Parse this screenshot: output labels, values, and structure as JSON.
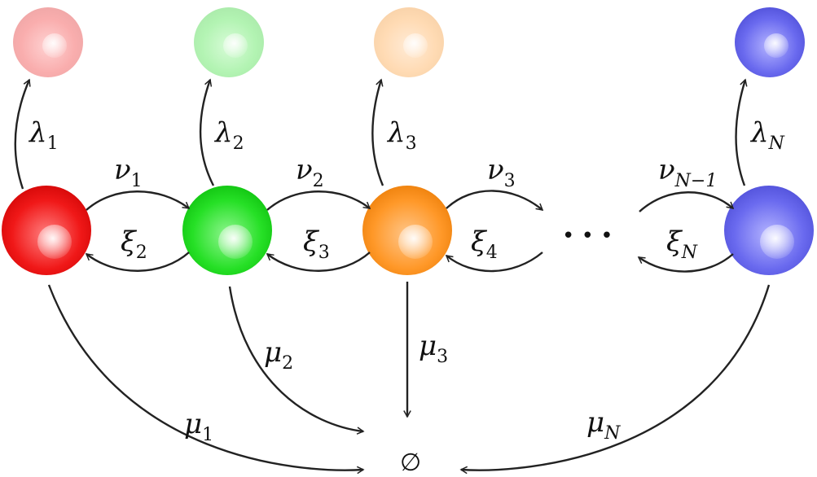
{
  "diagram": {
    "colors": {
      "red": "#f01010",
      "green": "#22dd22",
      "orange": "#ff9522",
      "blue": "#6666ee",
      "faded_red": "#f9b5b5",
      "faded_green": "#aff0af",
      "faded_orange": "#fbd4ad",
      "arrow": "#222222"
    },
    "labels": {
      "lambda_1": {
        "base": "λ",
        "sub": "1"
      },
      "lambda_2": {
        "base": "λ",
        "sub": "2"
      },
      "lambda_3": {
        "base": "λ",
        "sub": "3"
      },
      "lambda_n": {
        "base": "λ",
        "sub": "N"
      },
      "nu_1": {
        "base": "ν",
        "sub": "1"
      },
      "nu_2": {
        "base": "ν",
        "sub": "2"
      },
      "nu_3": {
        "base": "ν",
        "sub": "3"
      },
      "nu_n1": {
        "base": "ν",
        "sub": "N−1"
      },
      "xi_2": {
        "base": "ξ",
        "sub": "2"
      },
      "xi_3": {
        "base": "ξ",
        "sub": "3"
      },
      "xi_4": {
        "base": "ξ",
        "sub": "4"
      },
      "xi_n": {
        "base": "ξ",
        "sub": "N"
      },
      "mu_1": {
        "base": "μ",
        "sub": "1"
      },
      "mu_2": {
        "base": "μ",
        "sub": "2"
      },
      "mu_3": {
        "base": "μ",
        "sub": "3"
      },
      "mu_n": {
        "base": "μ",
        "sub": "N"
      },
      "empty_set": "∅",
      "ellipsis": "• • •"
    }
  }
}
